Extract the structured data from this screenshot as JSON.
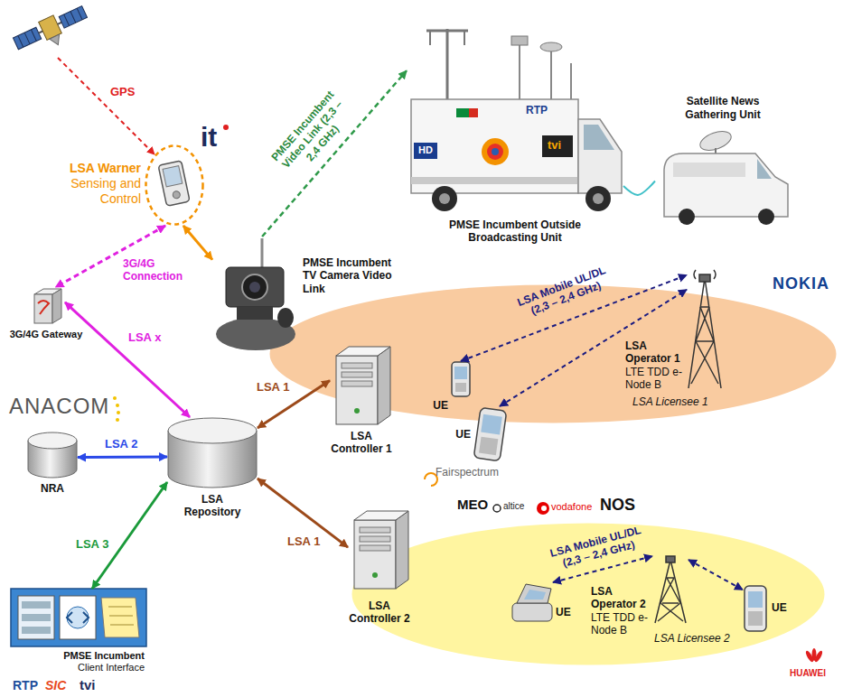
{
  "diagram": {
    "nodes": [
      {
        "text": [
          "LSA Warner",
          "Sensing and Control"
        ]
      },
      {
        "text": [
          "PMSE Incumbent TV Camera Video Link"
        ]
      },
      {
        "text": [
          "PMSE Incumbent Outside Broadcasting Unit"
        ]
      },
      {
        "text": [
          "Satellite News Gathering Unit"
        ]
      },
      {
        "text": [
          "3G/4G Gateway"
        ]
      },
      {
        "text": [
          "NRA"
        ]
      },
      {
        "text": [
          "LSA Repository"
        ]
      },
      {
        "text": [
          "LSA Controller 1"
        ]
      },
      {
        "text": [
          "LSA Licensee 1"
        ]
      },
      {
        "text": [
          "UE"
        ],
        "in": 8
      },
      {
        "text": [
          "UE"
        ],
        "in": 8
      },
      {
        "text": [
          "LSA Operator 1",
          "LTE TDD e-Node B"
        ],
        "in": 8
      },
      {
        "text": [
          "LSA Controller 2"
        ]
      },
      {
        "text": [
          "LSA Licensee 2"
        ]
      },
      {
        "text": [
          "UE"
        ],
        "in": 13
      },
      {
        "text": [
          "LSA Operator 2",
          "LTE TDD e-Node B"
        ],
        "in": 13
      },
      {
        "text": [
          "UE"
        ],
        "in": 13
      },
      {
        "text": [
          "PMSE Incumbent",
          "Client Interface"
        ]
      }
    ],
    "edges": [
      {
        "from": 0,
        "to": 4,
        "label": "3G/4G Connection",
        "arrow": "both"
      },
      {
        "from": 0,
        "to": 1,
        "arrow": "both"
      },
      {
        "from": 1,
        "to": 2,
        "label": "PMSE Incumbent Video Link (2,3 – 2,4 GHz)",
        "arrow": "to"
      },
      {
        "from": 2,
        "to": 3,
        "arrow": "none"
      },
      {
        "from": 4,
        "to": 6,
        "label": "LSA x",
        "arrow": "both"
      },
      {
        "from": 5,
        "to": 6,
        "label": "LSA 2",
        "arrow": "both"
      },
      {
        "from": 6,
        "to": 7,
        "label": "LSA 1",
        "arrow": "both"
      },
      {
        "from": 6,
        "to": 12,
        "label": "LSA 1",
        "arrow": "both"
      },
      {
        "from": 6,
        "to": 17,
        "label": "LSA 3",
        "arrow": "both"
      },
      {
        "from": 9,
        "to": 11,
        "label": "LSA Mobile UL/DL (2,3 – 2,4 GHz)",
        "arrow": "both"
      },
      {
        "from": 10,
        "to": 11,
        "arrow": "both"
      },
      {
        "from": 14,
        "to": 15,
        "label": "LSA Mobile UL/DL (2,3 – 2,4 GHz)",
        "arrow": "both"
      },
      {
        "from": 15,
        "to": 16,
        "arrow": "both"
      }
    ],
    "labels": [
      "GPS",
      "it",
      "HD",
      "RTP",
      "tvi",
      "NOKIA",
      "ANACOM",
      "Fairspectrum",
      "MEO",
      "altice",
      "vodafone",
      "NOS",
      "HUAWEI",
      "RTP",
      "SIC",
      "tvi"
    ]
  }
}
